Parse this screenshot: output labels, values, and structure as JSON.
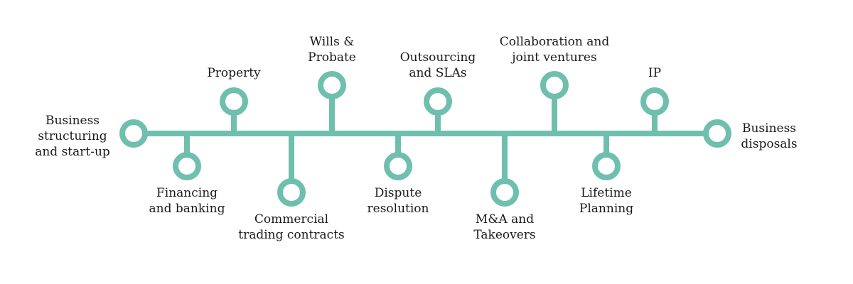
{
  "colors": {
    "accent": "#6fbfae",
    "text": "#1a1a1a",
    "background": "#ffffff"
  },
  "timeline": {
    "start": {
      "label": "Business\nstructuring\nand start-up"
    },
    "end": {
      "label": "Business\ndisposals"
    },
    "milestones": [
      {
        "id": "property",
        "label": "Property",
        "side": "above"
      },
      {
        "id": "financing",
        "label": "Financing\nand banking",
        "side": "below"
      },
      {
        "id": "commercial",
        "label": "Commercial\ntrading contracts",
        "side": "below"
      },
      {
        "id": "wills",
        "label": "Wills &\nProbate",
        "side": "above"
      },
      {
        "id": "dispute",
        "label": "Dispute\nresolution",
        "side": "below"
      },
      {
        "id": "outsourcing",
        "label": "Outsourcing\nand SLAs",
        "side": "above"
      },
      {
        "id": "ma",
        "label": "M&A and\nTakeovers",
        "side": "below"
      },
      {
        "id": "collaboration",
        "label": "Collaboration and\njoint ventures",
        "side": "above"
      },
      {
        "id": "lifetime",
        "label": "Lifetime\nPlanning",
        "side": "below"
      },
      {
        "id": "ip",
        "label": "IP",
        "side": "above"
      }
    ]
  }
}
